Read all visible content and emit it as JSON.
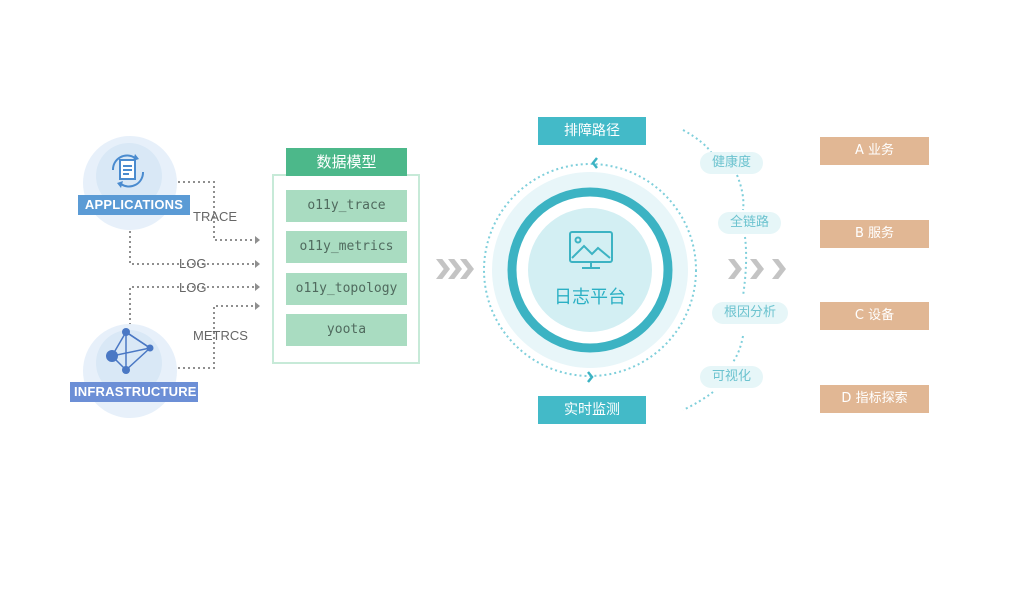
{
  "sources": {
    "applications_label": "APPLICATIONS",
    "infrastructure_label": "INFRASTRUCTURE"
  },
  "flows": {
    "trace": "TRACE",
    "log_top": "LOG",
    "log_bottom": "LOG",
    "metrics": "METRCS"
  },
  "data_model": {
    "title": "数据模型",
    "items": [
      "o11y_trace",
      "o11y_metrics",
      "o11y_topology",
      "yoota"
    ]
  },
  "hub": {
    "title": "日志平台",
    "top_tag": "排障路径",
    "bottom_tag": "实时监测",
    "pills": [
      "健康度",
      "全链路",
      "根因分析",
      "可视化"
    ]
  },
  "outputs": [
    "A   业务",
    "B   服务",
    "C   设备",
    "D  指标探索"
  ],
  "colors": {
    "model_green": "#4cb88a",
    "model_item": "#a9dcc1",
    "hub_teal": "#43bac8",
    "output_tan": "#e1b794",
    "source_blue": "#5b9bd5"
  },
  "icons": [
    "documents-cycle-icon",
    "network-nodes-icon",
    "monitor-image-icon",
    "chevron-right-icon"
  ]
}
